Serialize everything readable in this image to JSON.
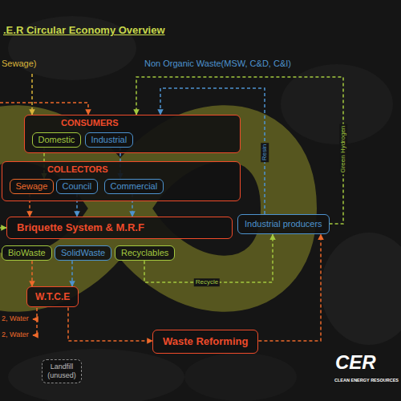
{
  "diagram": {
    "title": ".E.R Circular Economy Overview",
    "nodes": [
      {
        "text": [
          "CONSUMERS"
        ]
      },
      {
        "text": [
          "Domestic"
        ],
        "in": 0
      },
      {
        "text": [
          "Industrial"
        ],
        "in": 0
      },
      {
        "text": [
          "COLLECTORS"
        ]
      },
      {
        "text": [
          "Sewage"
        ],
        "in": 3
      },
      {
        "text": [
          "Council"
        ],
        "in": 3
      },
      {
        "text": [
          "Commercial"
        ],
        "in": 3
      },
      {
        "text": [
          "Briquette System & M.R.F"
        ]
      },
      {
        "text": [
          "BioWaste"
        ]
      },
      {
        "text": [
          "SolidWaste"
        ]
      },
      {
        "text": [
          "Recyclables"
        ]
      },
      {
        "text": [
          "Industrial producers"
        ]
      },
      {
        "text": [
          "W.T.C.E"
        ]
      },
      {
        "text": [
          "Waste Reforming"
        ]
      },
      {
        "text": [
          "Landfill (unused)"
        ]
      }
    ],
    "edges": [
      {
        "from": 1,
        "to": 4,
        "arrow": "to"
      },
      {
        "from": 2,
        "to": 6,
        "arrow": "to"
      },
      {
        "from": 4,
        "to": 7,
        "arrow": "to"
      },
      {
        "from": 5,
        "to": 7,
        "arrow": "to"
      },
      {
        "from": 6,
        "to": 7,
        "arrow": "to"
      },
      {
        "from": 8,
        "to": 12,
        "arrow": "to"
      },
      {
        "from": 9,
        "to": 12,
        "arrow": "to"
      },
      {
        "from": 12,
        "to": 13,
        "arrow": "to"
      },
      {
        "from": 13,
        "to": 11,
        "arrow": "to"
      },
      {
        "from": 10,
        "to": 11,
        "label": "Recycle",
        "arrow": "to"
      },
      {
        "from": 11,
        "to": 0,
        "label": "Resin",
        "arrow": "to"
      },
      {
        "from": 11,
        "to": 0,
        "label": "Green Hydrogen",
        "arrow": "to"
      }
    ],
    "labels": [
      "Sewage)",
      "Non Organic Waste(MSW, C&D, C&I)",
      "2, Water",
      "2, Water",
      "CER",
      "CLEAN ENERGY RESOURCES"
    ]
  }
}
